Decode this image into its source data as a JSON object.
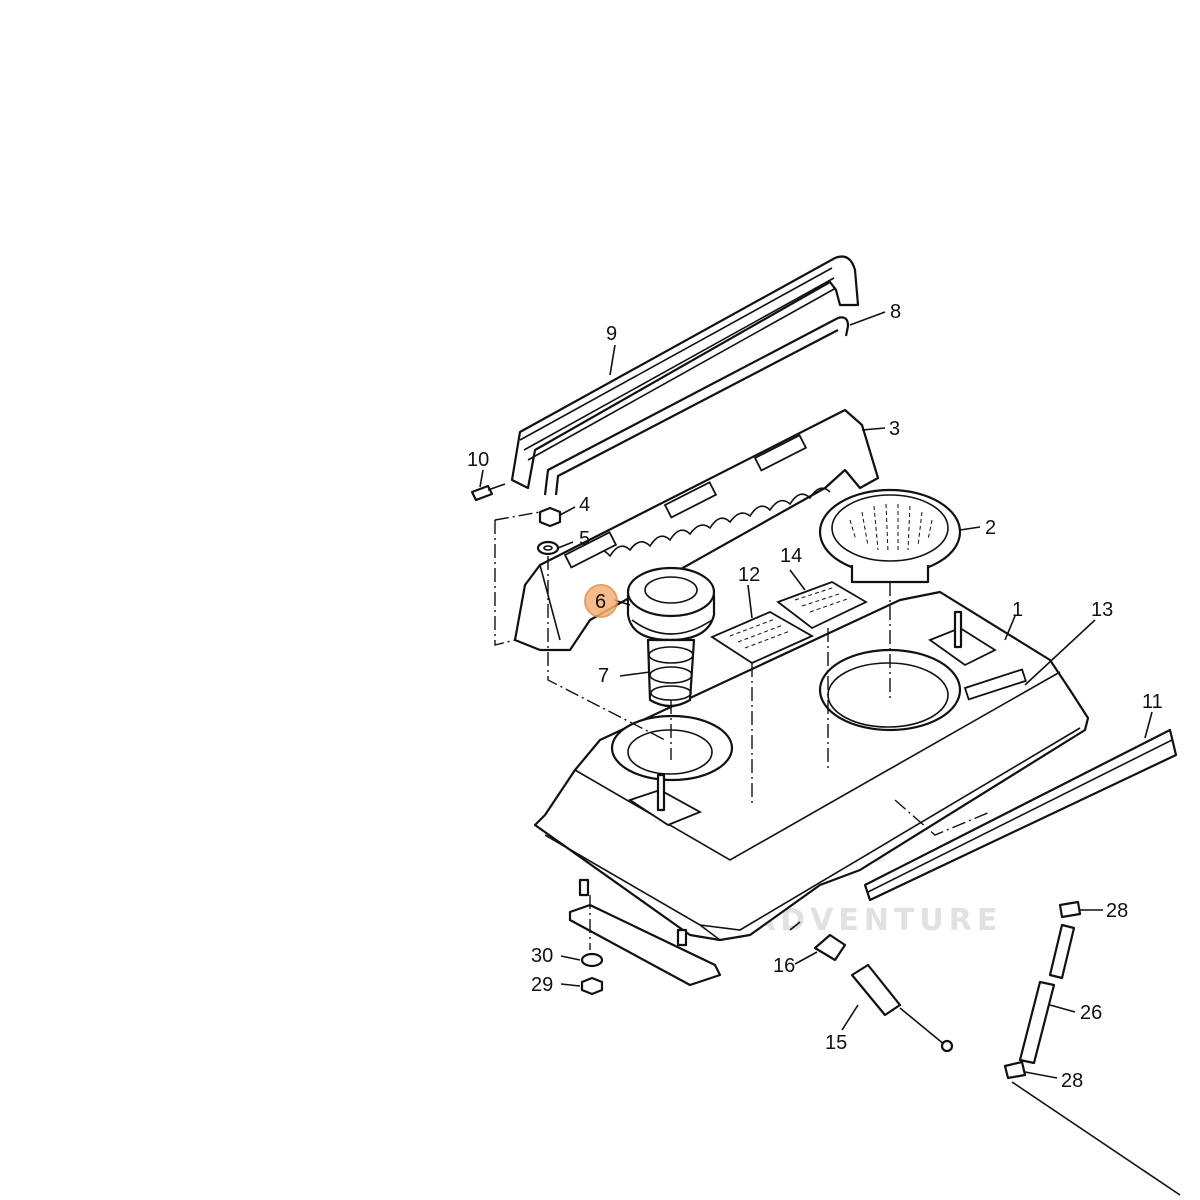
{
  "diagram": {
    "callouts": [
      {
        "id": "1",
        "label": "1"
      },
      {
        "id": "2",
        "label": "2"
      },
      {
        "id": "3",
        "label": "3"
      },
      {
        "id": "4",
        "label": "4"
      },
      {
        "id": "5",
        "label": "5"
      },
      {
        "id": "6",
        "label": "6",
        "highlighted": true
      },
      {
        "id": "7",
        "label": "7"
      },
      {
        "id": "8",
        "label": "8"
      },
      {
        "id": "9",
        "label": "9"
      },
      {
        "id": "10",
        "label": "10"
      },
      {
        "id": "11",
        "label": "11"
      },
      {
        "id": "12",
        "label": "12"
      },
      {
        "id": "13",
        "label": "13"
      },
      {
        "id": "14",
        "label": "14"
      },
      {
        "id": "15",
        "label": "15"
      },
      {
        "id": "16",
        "label": "16"
      },
      {
        "id": "26",
        "label": "26"
      },
      {
        "id": "28a",
        "label": "28"
      },
      {
        "id": "28b",
        "label": "28"
      },
      {
        "id": "29",
        "label": "29"
      },
      {
        "id": "30",
        "label": "30"
      }
    ],
    "highlight_color": "#f3b07a",
    "watermark": "ADVENTURE"
  }
}
